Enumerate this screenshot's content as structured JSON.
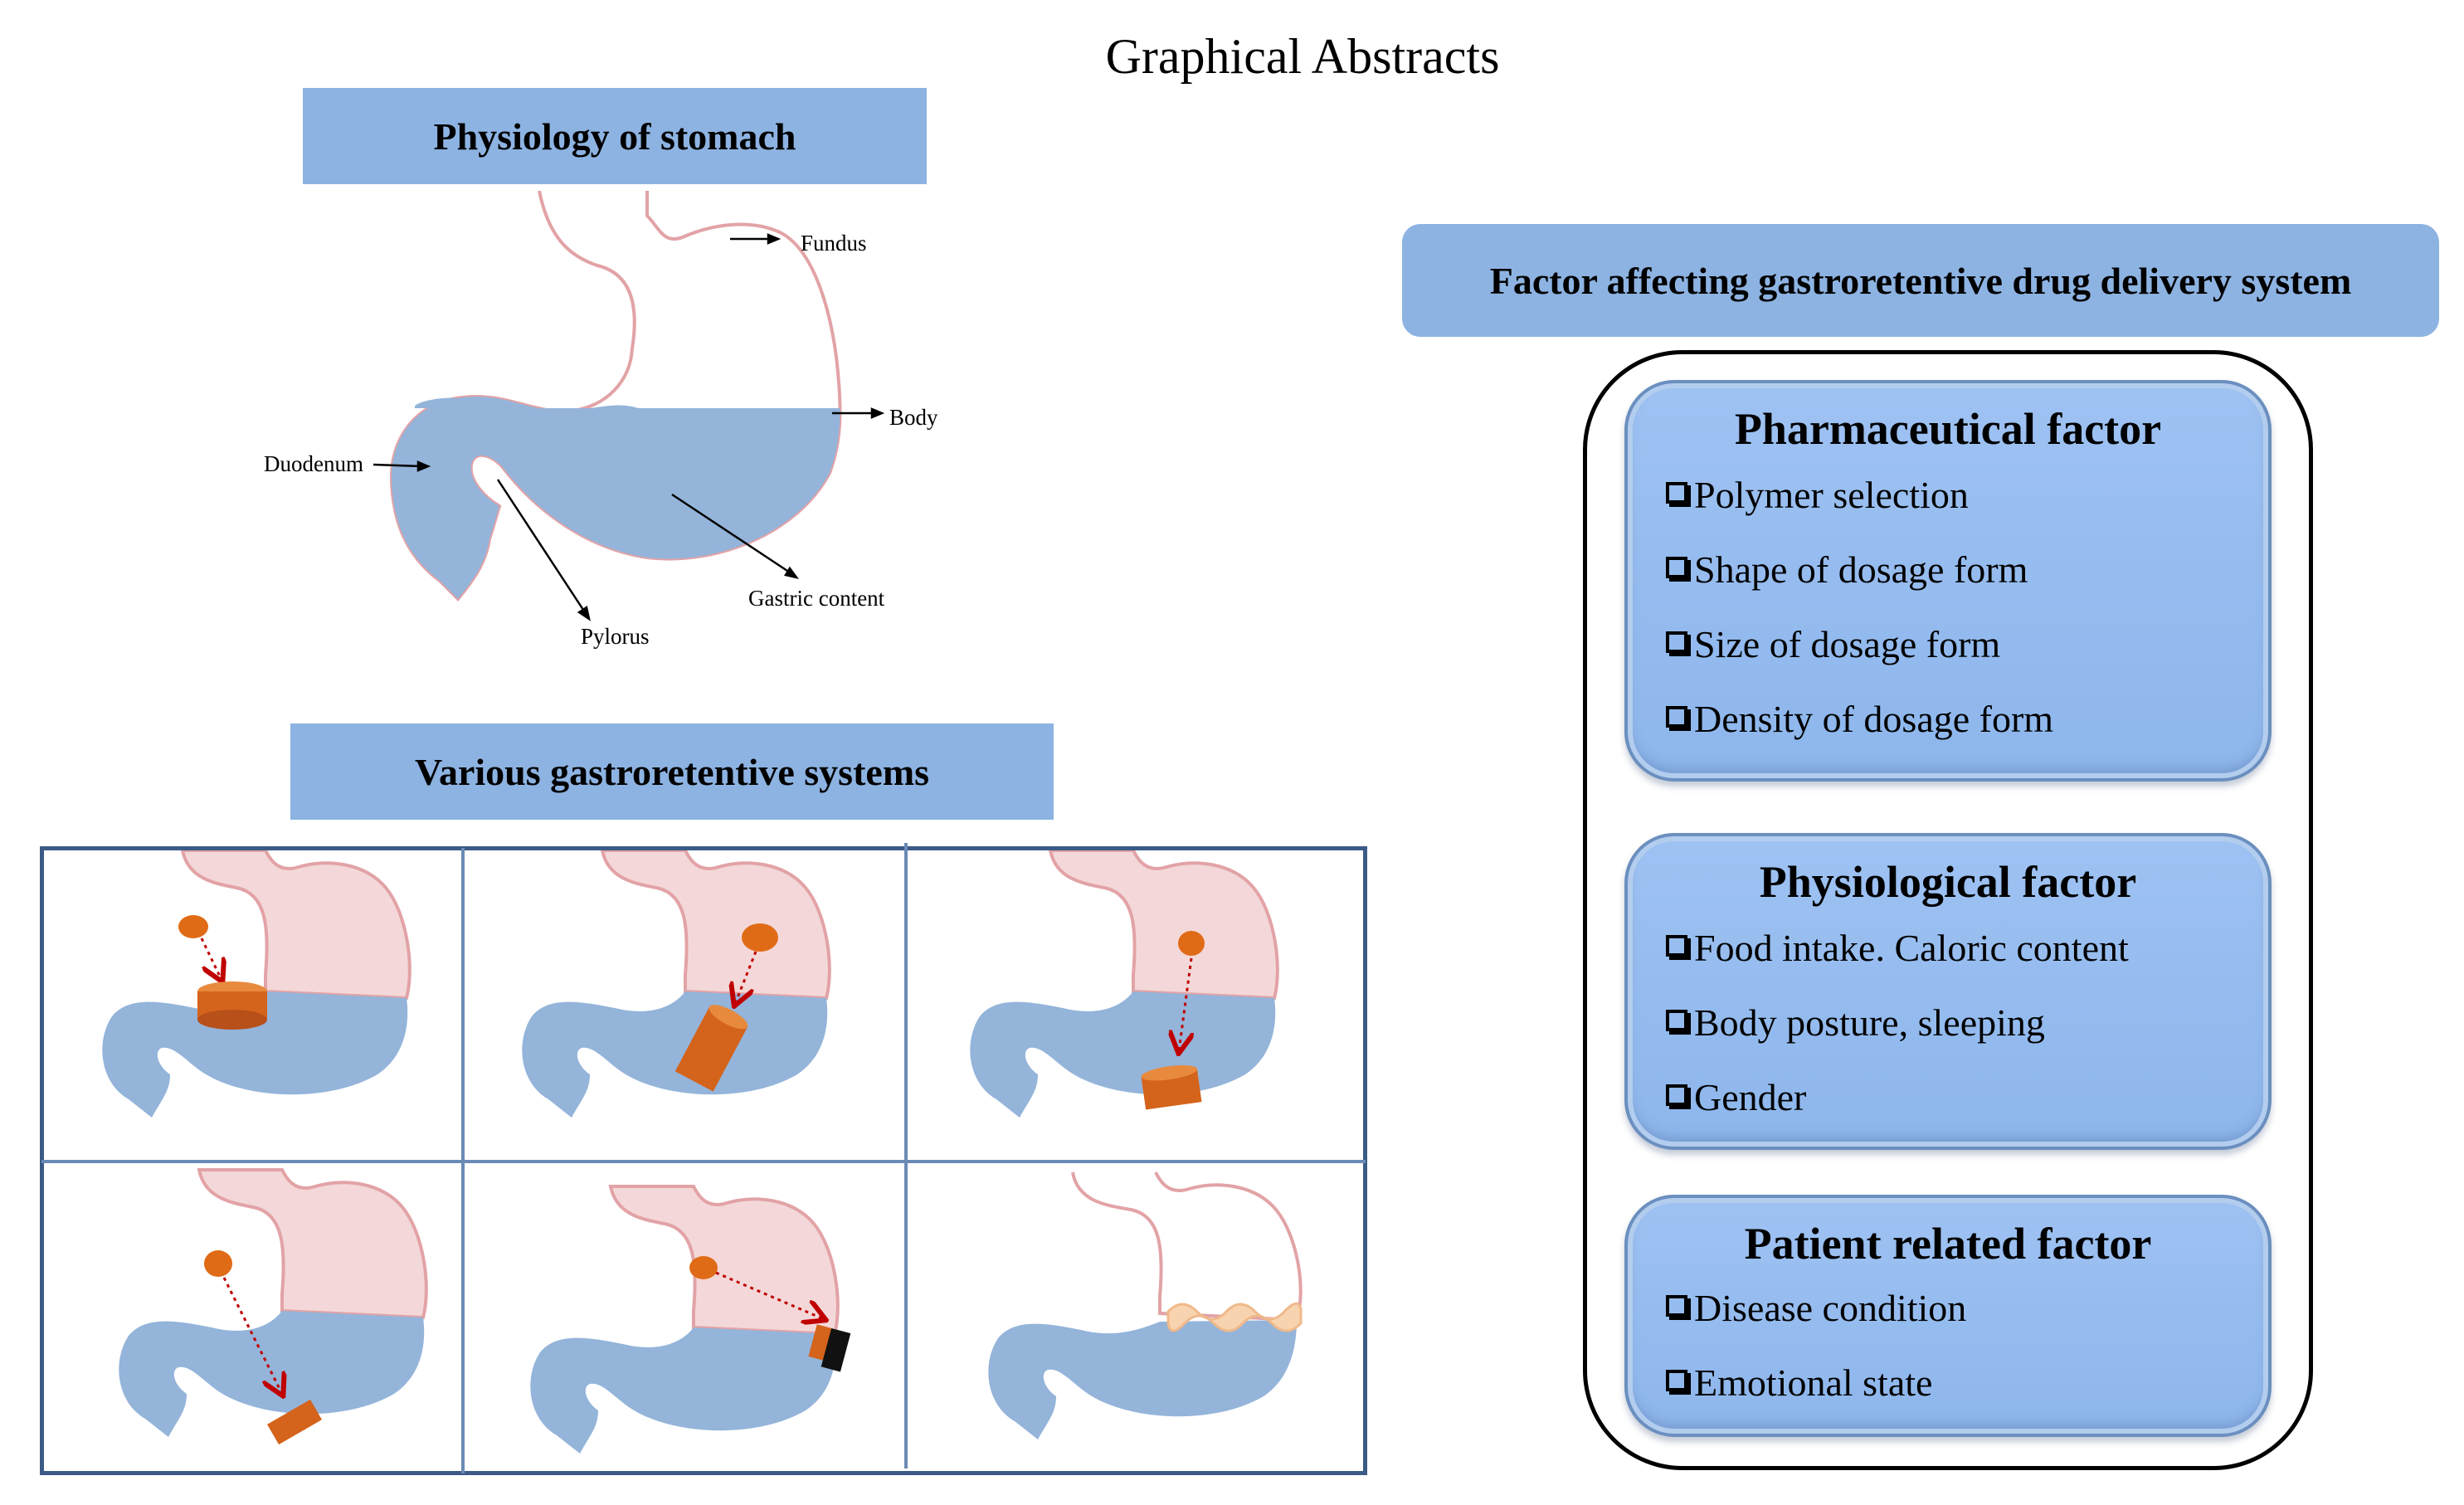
{
  "page_title": "Graphical Abstracts",
  "physiology": {
    "header": "Physiology of stomach",
    "labels": {
      "fundus": "Fundus",
      "body": "Body",
      "duodenum": "Duodenum",
      "pylorus": "Pylorus",
      "gastric_content": "Gastric content"
    }
  },
  "systems": {
    "header": "Various gastroretentive systems"
  },
  "factors": {
    "header": "Factor affecting gastroretentive drug delivery system",
    "groups": [
      {
        "title": "Pharmaceutical factor",
        "items": [
          "Polymer selection",
          "Shape of dosage form",
          "Size of dosage form",
          "Density of dosage form"
        ]
      },
      {
        "title": "Physiological factor",
        "items": [
          "Food intake. Caloric content",
          "Body posture, sleeping",
          "Gender"
        ]
      },
      {
        "title": "Patient related factor",
        "items": [
          "Disease condition",
          "Emotional state"
        ]
      }
    ]
  },
  "colors": {
    "header_fill": "#8db3e2",
    "stomach_outline": "#e2a3a6",
    "stomach_pink": "#f4d8d9",
    "gastric_blue": "#94b4da",
    "dosage_orange": "#e06b16",
    "arrow_red": "#c00000",
    "card_border": "#6b8fbf"
  }
}
